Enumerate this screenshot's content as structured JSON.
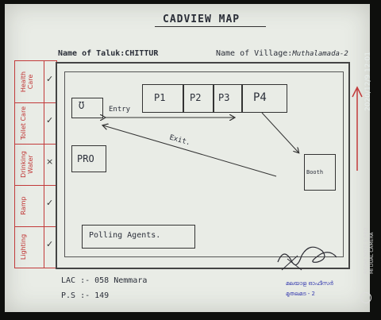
{
  "title": "CADVIEW MAP",
  "header": {
    "taluk_label": "Name of Taluk:",
    "taluk_value": "CHITTUR",
    "village_label": "Name of Village:",
    "village_value": "Muthalamada-2"
  },
  "legend": [
    {
      "label": "Health Care",
      "mark": "✓"
    },
    {
      "label": "Toilet Care",
      "mark": "✓"
    },
    {
      "label": "Drinking Water",
      "mark": "×"
    },
    {
      "label": "Ramp",
      "mark": "✓"
    },
    {
      "label": "Lighting",
      "mark": "✓"
    }
  ],
  "map": {
    "entry_box": "Ʊ",
    "entry_label": "Entry",
    "exit_label": "Exit.",
    "polling_stations": [
      "P1",
      "P2",
      "P3",
      "P4"
    ],
    "pro_label": "PRO",
    "booth_label": "Booth",
    "agents_label": "Polling Agents."
  },
  "footer": {
    "lac": "LAC :- 058 Nemmara",
    "ps": "P.S :- 149",
    "sign_line1": "മലയാള ഓഫീസർ",
    "sign_line2": "മുതലമട - 2"
  },
  "camera": {
    "date": "2020/12/9  12:01",
    "model_line1": "REDMI NOTE 5 PRO",
    "model_line2": "MI DUAL CAMERA"
  },
  "colors": {
    "legend_red": "#c23a3a",
    "ink": "#2a2e38",
    "sign_blue": "#3a3fb0"
  }
}
